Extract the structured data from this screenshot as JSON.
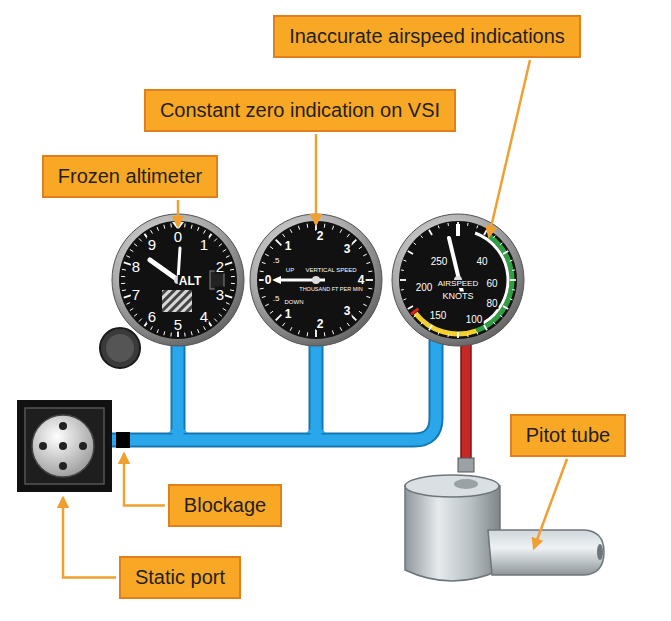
{
  "diagram": {
    "nodes": [
      {
        "text": [
          "Inaccurate airspeed indications"
        ]
      },
      {
        "text": [
          "Constant zero indication on VSI"
        ]
      },
      {
        "text": [
          "Frozen altimeter"
        ]
      },
      {
        "text": [
          "Pitot tube"
        ]
      },
      {
        "text": [
          "Blockage"
        ]
      },
      {
        "text": [
          "Static port"
        ]
      }
    ],
    "labels": [
      "0",
      "1",
      "2",
      "3",
      "4",
      "5",
      "6",
      "7",
      "8",
      "9",
      "ALT",
      "UP",
      "VERTICAL SPEED",
      "THOUSAND FT PER MIN",
      "DOWN",
      "0",
      ".5",
      "1",
      "2",
      "3",
      "4",
      "3",
      "2",
      "1",
      ".5",
      "250",
      "200",
      "150",
      "40",
      "60",
      "80",
      "100",
      "AIRSPEED",
      "KNOTS"
    ]
  }
}
